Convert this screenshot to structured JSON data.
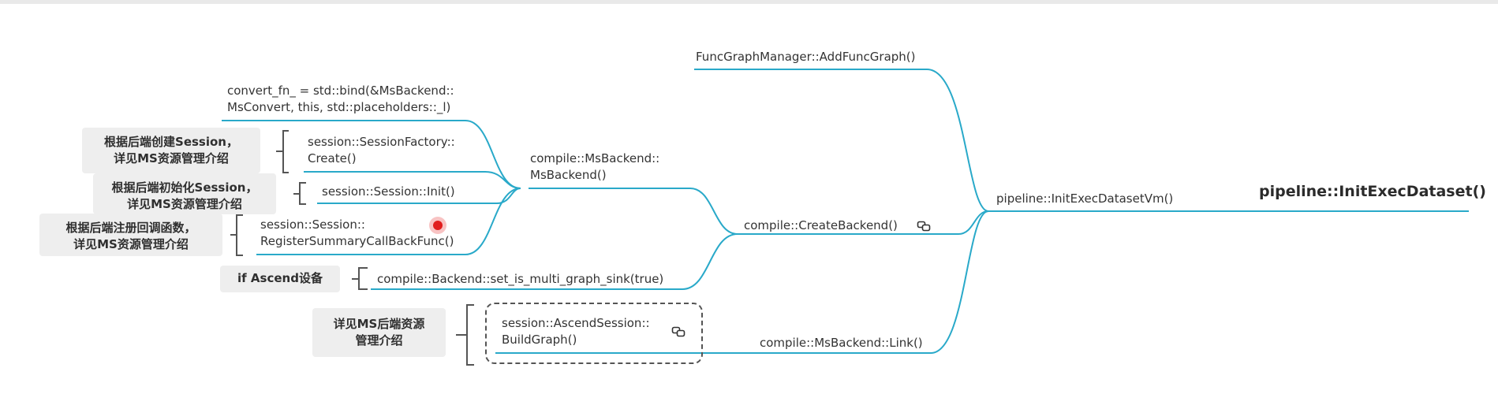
{
  "root": {
    "label": "pipeline::InitExecDataset()"
  },
  "branches": {
    "init_exec_dataset_vm": "pipeline::InitExecDatasetVm()",
    "add_func_graph": "FuncGraphManager::AddFuncGraph()",
    "create_backend": "compile::CreateBackend()",
    "link": "compile::MsBackend::Link()",
    "ms_backend": [
      "compile::MsBackend::",
      "MsBackend()"
    ],
    "convert_fn": [
      "convert_fn_ = std::bind(&MsBackend::",
      "MsConvert, this, std::placeholders::_l)"
    ],
    "session_factory": [
      "session::SessionFactory::",
      "Create()"
    ],
    "session_init": "session::Session::Init()",
    "register_callback": [
      "session::Session::",
      "RegisterSummaryCallBackFunc()"
    ],
    "set_multi_graph_sink": "compile::Backend::set_is_multi_graph_sink(true)",
    "build_graph": [
      "session::AscendSession::",
      "BuildGraph()"
    ]
  },
  "notes": {
    "create_session": [
      "根据后端创建Session，",
      "详见MS资源管理介绍"
    ],
    "init_session": [
      "根据后端初始化Session，",
      "详见MS资源管理介绍"
    ],
    "register_callback": [
      "根据后端注册回调函数，",
      "详见MS资源管理介绍"
    ],
    "ascend": "if Ascend设备",
    "ms_resource": [
      "详见MS后端资源",
      "管理介绍"
    ]
  },
  "icons": [
    "link-icon",
    "cursor-indicator"
  ],
  "colors": {
    "connector": "#29a9c9",
    "bracket": "#555555",
    "note_bg": "#eeeeee"
  }
}
